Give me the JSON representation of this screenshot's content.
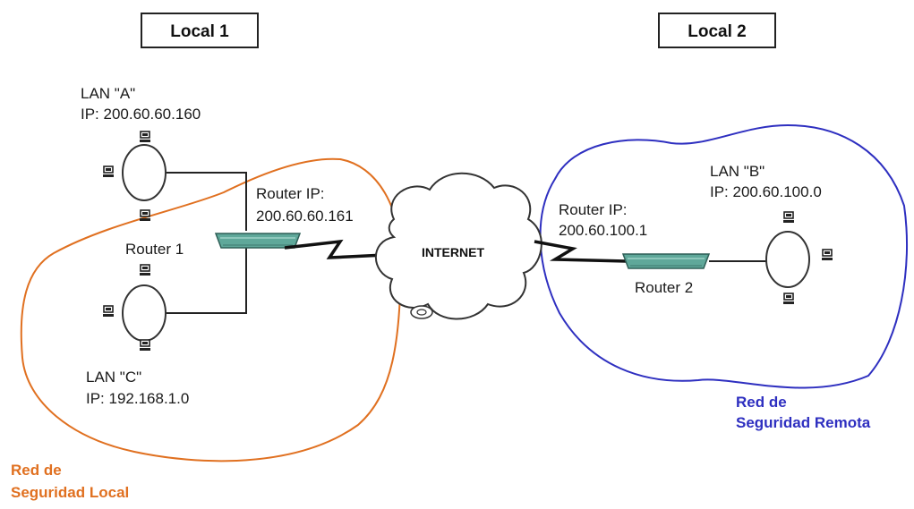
{
  "headers": {
    "local1": "Local 1",
    "local2": "Local 2"
  },
  "lans": {
    "a": {
      "name": "LAN \"A\"",
      "ip": "IP: 200.60.60.160"
    },
    "b": {
      "name": "LAN \"B\"",
      "ip": "IP: 200.60.100.0"
    },
    "c": {
      "name": "LAN \"C\"",
      "ip": "IP: 192.168.1.0"
    }
  },
  "routers": {
    "r1": {
      "name": "Router 1",
      "ip_label": "Router IP:",
      "ip": "200.60.60.161"
    },
    "r2": {
      "name": "Router 2",
      "ip_label": "Router IP:",
      "ip": "200.60.100.1"
    }
  },
  "internet": "INTERNET",
  "zones": {
    "local": {
      "line1": "Red de",
      "line2": "Seguridad Local",
      "color": "#e07020"
    },
    "remote": {
      "line1": "Red de",
      "line2": "Seguridad Remota",
      "color": "#2e2fc0"
    }
  },
  "icons": {
    "workstation": "computer-icon",
    "router": "router-icon",
    "cloud": "cloud-icon"
  },
  "colors": {
    "router_fill": "#5fa89a",
    "local_zone": "#e07020",
    "remote_zone": "#2e2fc0"
  }
}
